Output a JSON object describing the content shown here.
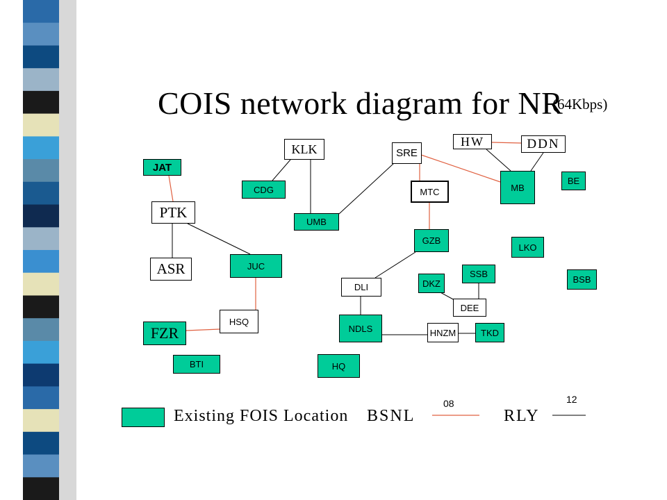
{
  "title": "COIS network diagram for NR",
  "subtitle": "(64Kbps)",
  "colors": {
    "fois": "#00cc99",
    "bsnl_line": "#e06040",
    "rly_line": "#000000"
  },
  "sidebar_stripes": [
    "#2a6aa8",
    "#5a8fc0",
    "#0d4a80",
    "#9bb4c8",
    "#1a1a1a",
    "#e6e2b8",
    "#3aa0d8",
    "#5a8aa8",
    "#1a5a90",
    "#0f2a50",
    "#9bb4c8",
    "#3a8fd0",
    "#e6e2b8",
    "#1a1a1a",
    "#5a8aa8",
    "#3aa0d8",
    "#0d3a70",
    "#2a6aa8",
    "#e6e2b8",
    "#0d4a80",
    "#5a8fc0",
    "#1a1a1a"
  ],
  "nodes": {
    "jat": "JAT",
    "ptk": "PTK",
    "asr": "ASR",
    "fzr": "FZR",
    "bti": "BTI",
    "cdg": "CDG",
    "klk": "KLK",
    "umb": "UMB",
    "juc": "JUC",
    "hsq": "HSQ",
    "sre": "SRE",
    "mtc": "MTC",
    "gzb": "GZB",
    "dli": "DLI",
    "ndls": "NDLS",
    "hq": "HQ",
    "hnzm": "HNZM",
    "tkd": "TKD",
    "dkz": "DKZ",
    "dee": "DEE",
    "ssb": "SSB",
    "hw": "HW",
    "ddn": "DDN",
    "mb": "MB",
    "be": "BE",
    "lko": "LKO",
    "bsb": "BSB"
  },
  "legend": {
    "existing": "Existing FOIS Location",
    "bsnl": "BSNL",
    "bsnl_count": "08",
    "rly": "RLY",
    "rly_count": "12"
  }
}
